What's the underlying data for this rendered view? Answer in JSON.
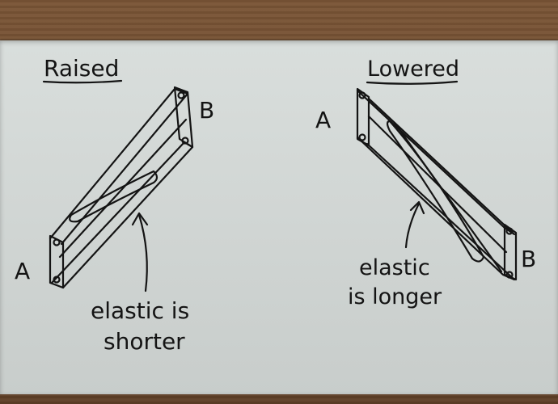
{
  "left_drawing": {
    "title": "Raised",
    "label_a": "A",
    "label_b": "B",
    "note_line1": "elastic is",
    "note_line2": "shorter"
  },
  "right_drawing": {
    "title": "Lowered",
    "label_a": "A",
    "label_b": "B",
    "note_line1": "elastic",
    "note_line2": "is longer"
  },
  "colors": {
    "ink": "#141414",
    "card": "#d4d9d7",
    "wood": "#6b4a2f"
  }
}
